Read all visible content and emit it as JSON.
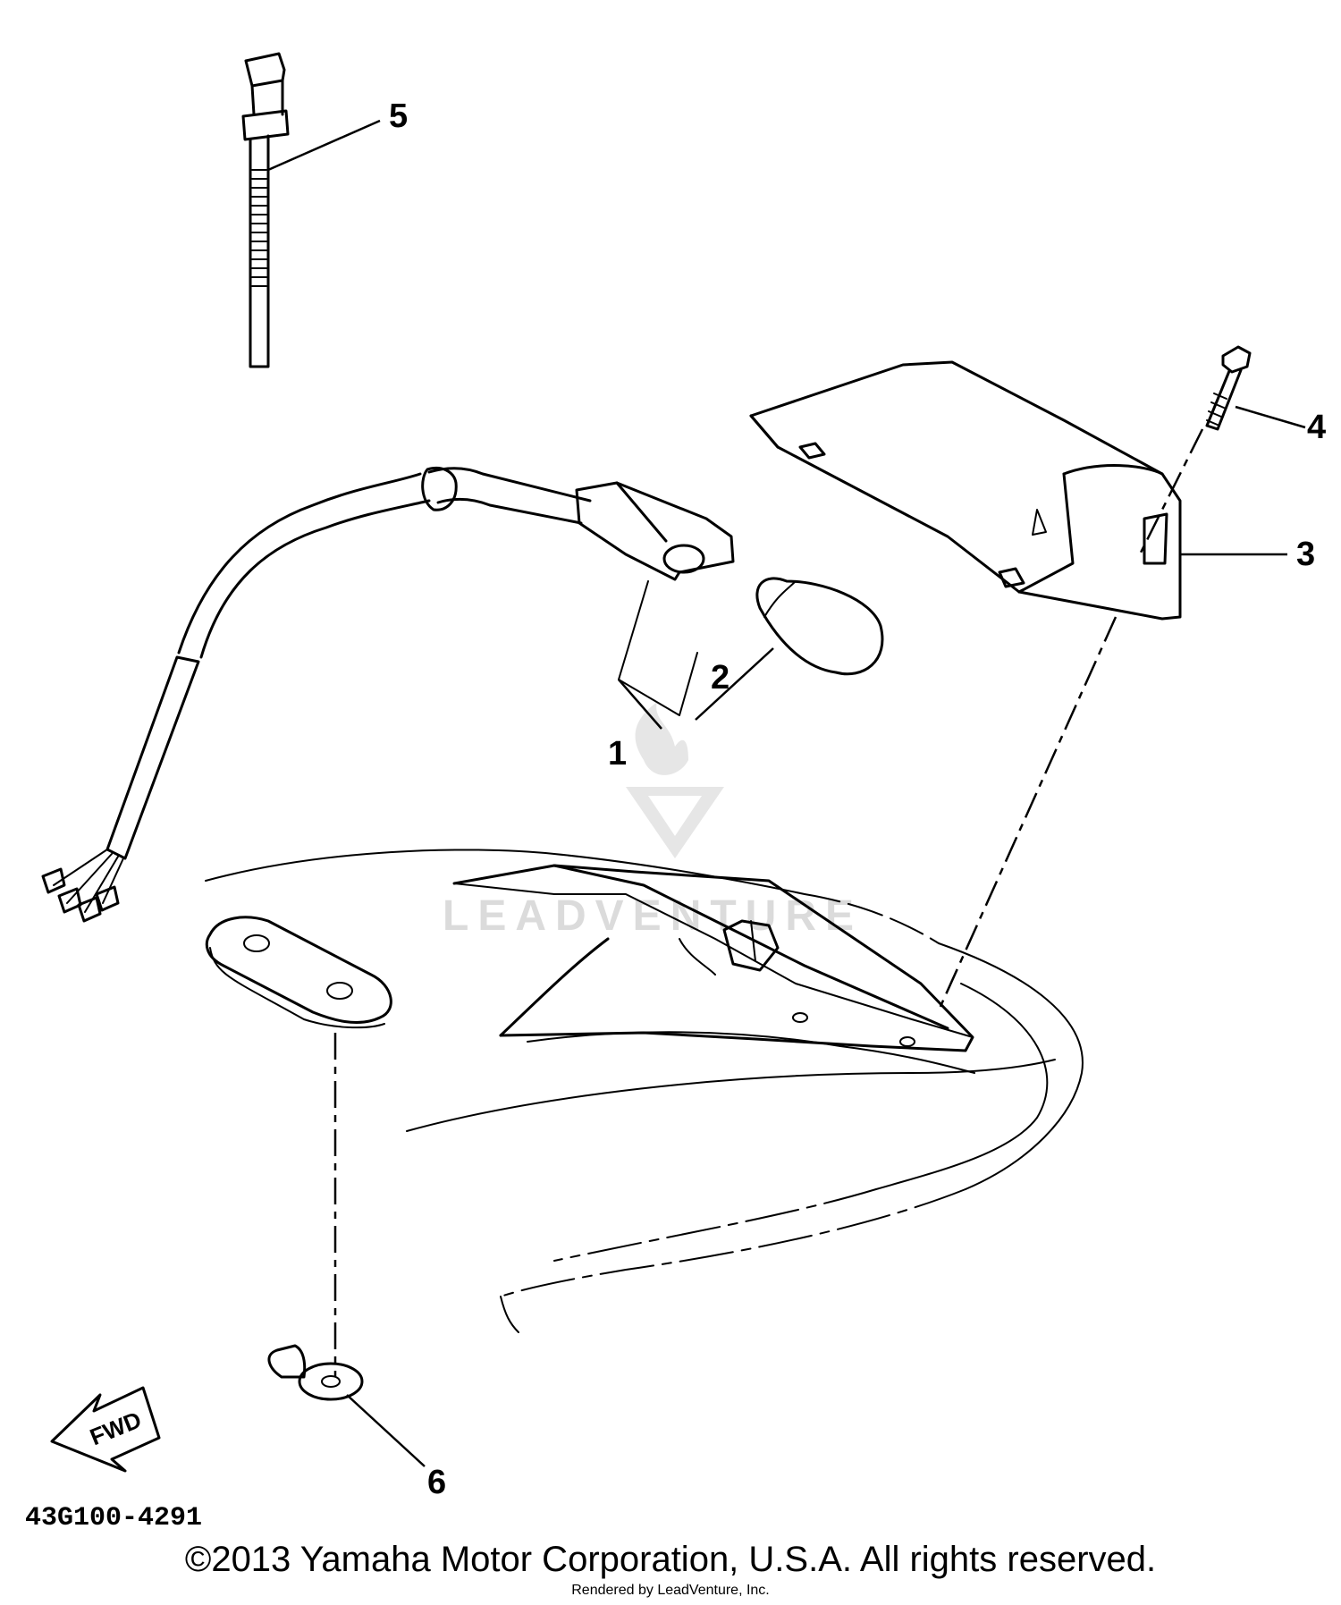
{
  "callouts": {
    "c1": "1",
    "c2": "2",
    "c3": "3",
    "c4": "4",
    "c5": "5",
    "c6": "6"
  },
  "fwd_label": "FWD",
  "diagram_number": "43G100-4291",
  "watermark": "LEADVENTURE",
  "copyright": "©2013 Yamaha Motor Corporation, U.S.A. All rights reserved.",
  "render_note": "Rendered by LeadVenture, Inc."
}
